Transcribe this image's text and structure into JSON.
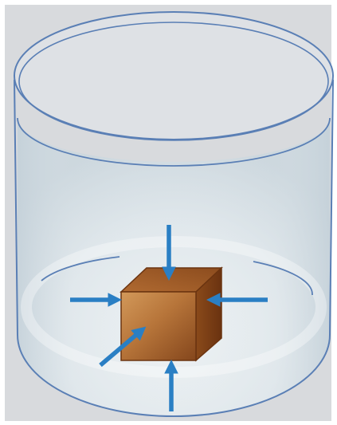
{
  "diagram": {
    "subject": "submerged-cube-in-fluid-container",
    "colors": {
      "panel_bg": "#d8dadd",
      "container_outline": "#5a7fb5",
      "fluid_light": "#eef2f4",
      "fluid_mid": "#d3dde3",
      "fluid_dark": "#b9c7d0",
      "cube_front_light": "#c98a45",
      "cube_front_dark": "#8a4b1f",
      "cube_top": "#a45e29",
      "cube_side": "#7a3e15",
      "cube_outline": "#6b3410",
      "arrow": "#2a7fc4"
    },
    "arrows": [
      {
        "direction": "down",
        "target": "top-face"
      },
      {
        "direction": "up",
        "target": "bottom-face"
      },
      {
        "direction": "right",
        "target": "left-face"
      },
      {
        "direction": "left",
        "target": "right-face"
      },
      {
        "direction": "up-right",
        "target": "front-face"
      }
    ]
  }
}
